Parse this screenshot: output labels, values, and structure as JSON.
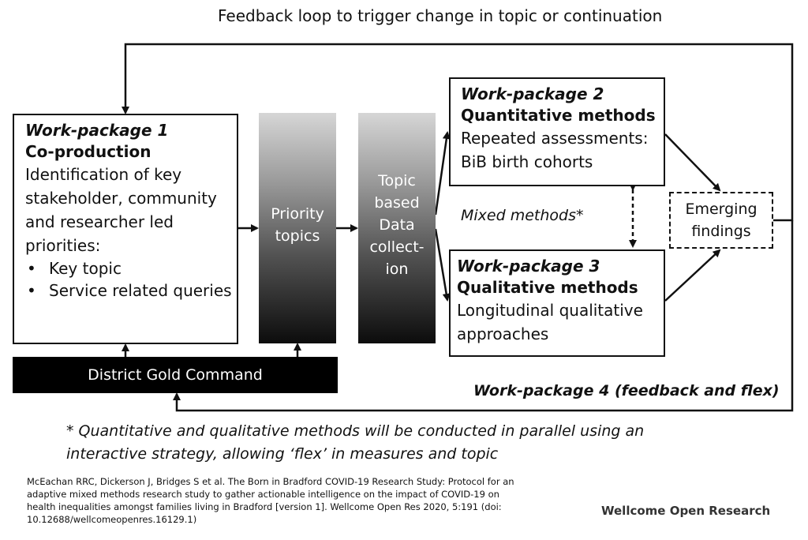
{
  "feedback_loop_title": "Feedback loop to trigger change in topic or continuation",
  "wp1": {
    "title": "Work-package 1",
    "subtitle": "Co-production",
    "text": "Identification of key stakeholder,  community and researcher led priorities:",
    "bullets": [
      "Key topic",
      "Service related queries"
    ]
  },
  "priority_topics": "Priority topics",
  "topic_data_collection": "Topic\nbased\nData\ncollect-\nion",
  "wp2": {
    "title": "Work-package 2",
    "subtitle": "Quantitative methods",
    "text": "Repeated assessments: BiB birth cohorts"
  },
  "mixed_methods": "Mixed methods*",
  "wp3": {
    "title": "Work-package 3",
    "subtitle": "Qualitative methods",
    "text": "Longitudinal qualitative approaches"
  },
  "emerging_findings": "Emerging\nfindings",
  "district_gold_command": "District Gold Command",
  "wp4_label": "Work-package 4 (feedback and flex)",
  "footnote": "* Quantitative and qualitative methods will be conducted in parallel using an interactive strategy, allowing ‘flex’ in measures and topic",
  "citation": "McEachan RRC, Dickerson J, Bridges S et al. The Born in Bradford COVID-19 Research Study: Protocol for an adaptive mixed methods research study to gather actionable intelligence on the impact of COVID-19 on health inequalities amongst families living in Bradford [version 1]. Wellcome Open Res 2020, 5:191 (doi: 10.12688/wellcomeopenres.16129.1)",
  "publisher_brand": "Wellcome Open Research",
  "colors": {
    "line": "#111111",
    "column_gradient_top": "#d6d6d6",
    "column_gradient_bottom": "#0c0c0c",
    "banner_background": "#000000"
  }
}
